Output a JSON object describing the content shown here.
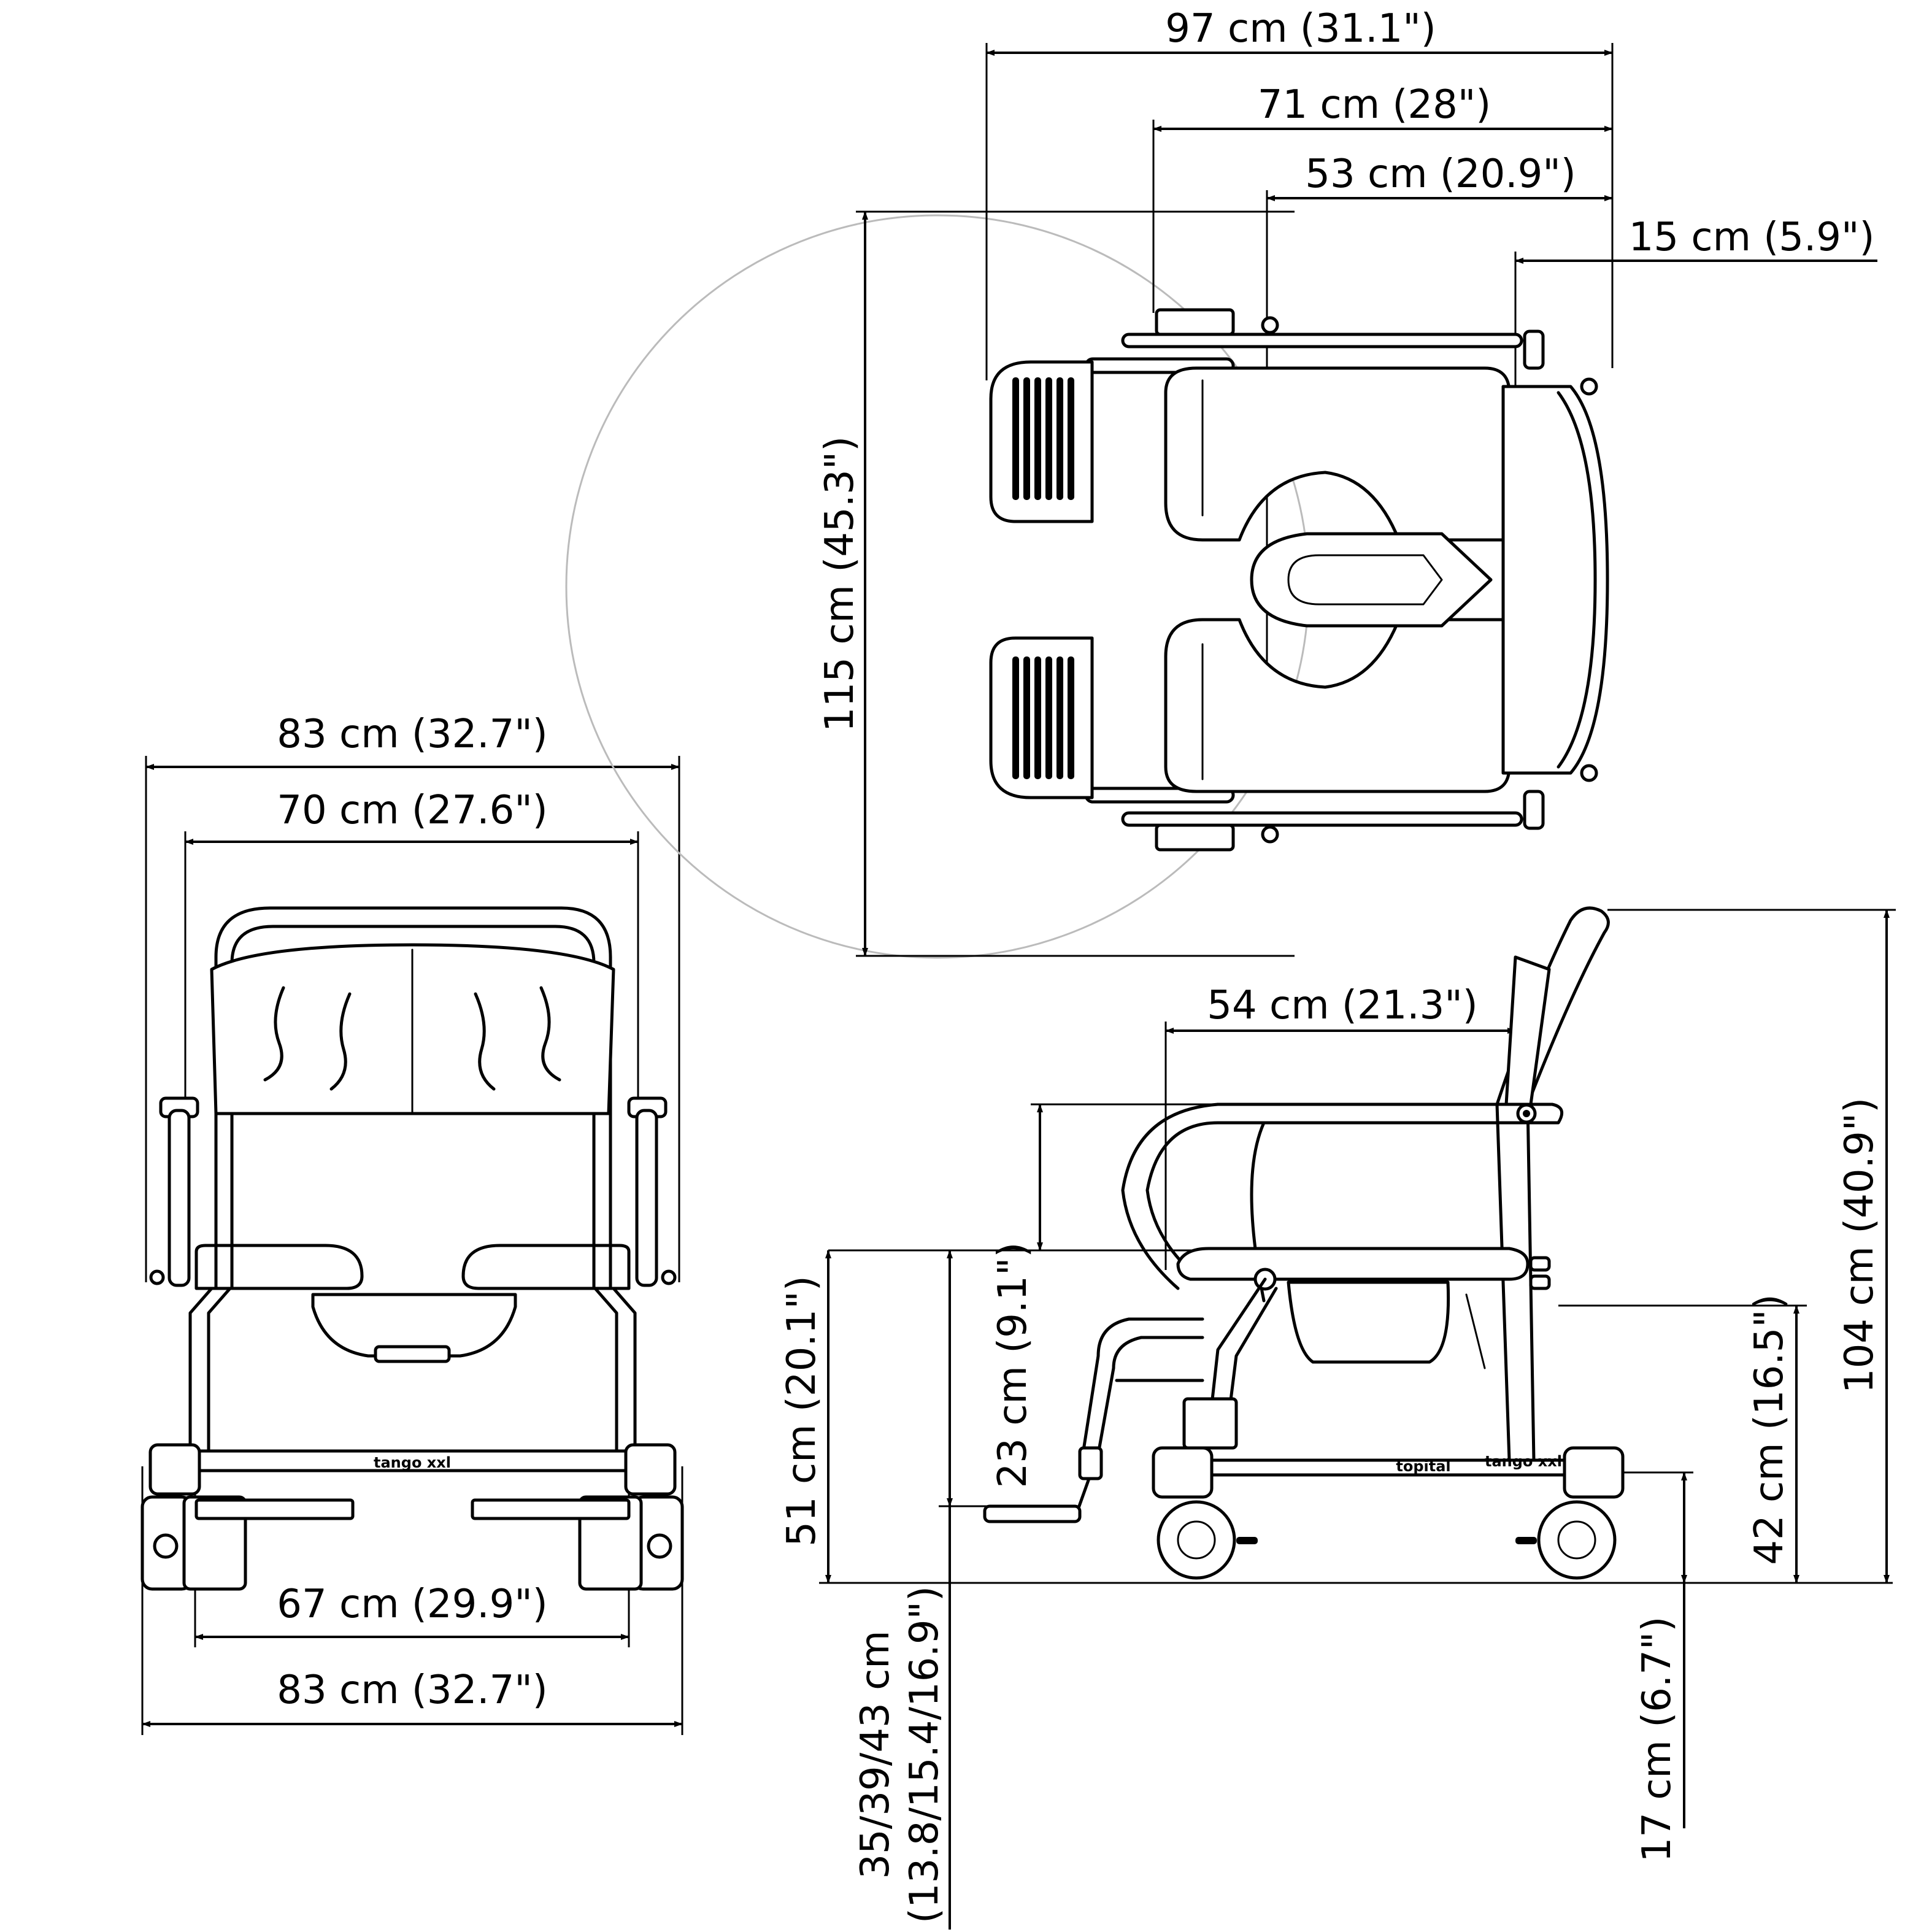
{
  "front_view": {
    "overall_width_top": "83 cm (32.7\")",
    "inner_width": "70 cm (27.6\")",
    "wheelbase_width": "67 cm (29.9\")",
    "overall_width_bottom": "83 cm (32.7\")",
    "model_label": "tango xxl"
  },
  "top_view": {
    "length": "97 cm (31.1\")",
    "length_no_footrest": "71 cm (28\")",
    "seat_depth": "53 cm (20.9\")",
    "back_depth": "15 cm (5.9\")",
    "turning_circle": "115 cm (45.3\")"
  },
  "side_view": {
    "seat_length": "54 cm (21.3\")",
    "armrest_height": "23 cm (9.1\")",
    "seat_height": "51 cm (20.1\")",
    "footrest_height_line1": "35/39/43 cm",
    "footrest_height_line2": "(13.8/15.4/16.9\")",
    "frame_height": "42 cm (16.5\")",
    "total_height": "104 cm (40.9\")",
    "ground_clearance": "17 cm (6.7\")",
    "brand_label": "topital",
    "brand_suffix": "tango xxl"
  }
}
